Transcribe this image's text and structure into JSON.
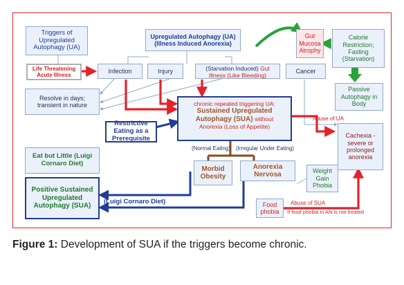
{
  "figure": {
    "boxes": {
      "triggers": "Triggers of Upregulated Autophagy (UA)",
      "life_threatening": "Life Threatening Acute Illness",
      "infection": "Infection",
      "injury": "Injury",
      "starvation_pre": "(Starvation Induced)",
      "gut_illness_a": "Gut",
      "gut_illness_b": "Illness (Like Bleeding)",
      "cancer": "Cancer",
      "ua_title": "Upregulated Autophagy (UA)",
      "ua_sub": "(Illness Induced Anorexia)",
      "gut_mucosa": "Gut Mucosa Atrophy",
      "calorie_restriction": "Calorie Restriction; Fasting (Starvation)",
      "passive_autophagy": "Passive Autophagy in Body",
      "resolve": "Resolve in days; transient in nature",
      "chronic_trigger": "chronic repeated triggering UA:",
      "sua_title": "Sustained Upregulated Autophagy (SUA)",
      "sua_without": "without",
      "sua_anorexia": "Anorexia (Loss of Appetite)",
      "restrictive_eating": "Restrictive Eating as a Prerequisite",
      "eat_but_little": "Eat but Little (Luigi Cornaro Diet)",
      "morbid_obesity": "Morbid Obesity",
      "anorexia_nervosa": "Anorexia Nervosa",
      "weight_gain_phobia": "Weight Gain Phobia",
      "positive_sua": "Positive Sustained Upregulated Autophagy (SUA)",
      "food_phobia": "Food phobia",
      "cachexia": "Cachexia - severe or prolonged anorexia"
    },
    "labels": {
      "normal_eating": "(Normal Eating)",
      "irregular_under_eating": "(Irregular Under Eating)",
      "abuse_of_ua": "Abuse of UA",
      "luigi_cornaro_diet": "(Luigi Cornaro Diet)",
      "abuse_of_sua": "Abuse of SUA",
      "if_food_phobia": "If food phobia in AN is not treated"
    },
    "colors": {
      "frame": "#e3232b",
      "red_arrow": "#e3232b",
      "blue_arrow": "#1f3c9a",
      "green_arrow": "#2aa13c",
      "brown_arrow": "#8a4a1c",
      "box_fill": "#eaf1fb"
    }
  },
  "caption": {
    "label": "Figure 1:",
    "text": " Development of SUA if the triggers become chronic."
  }
}
